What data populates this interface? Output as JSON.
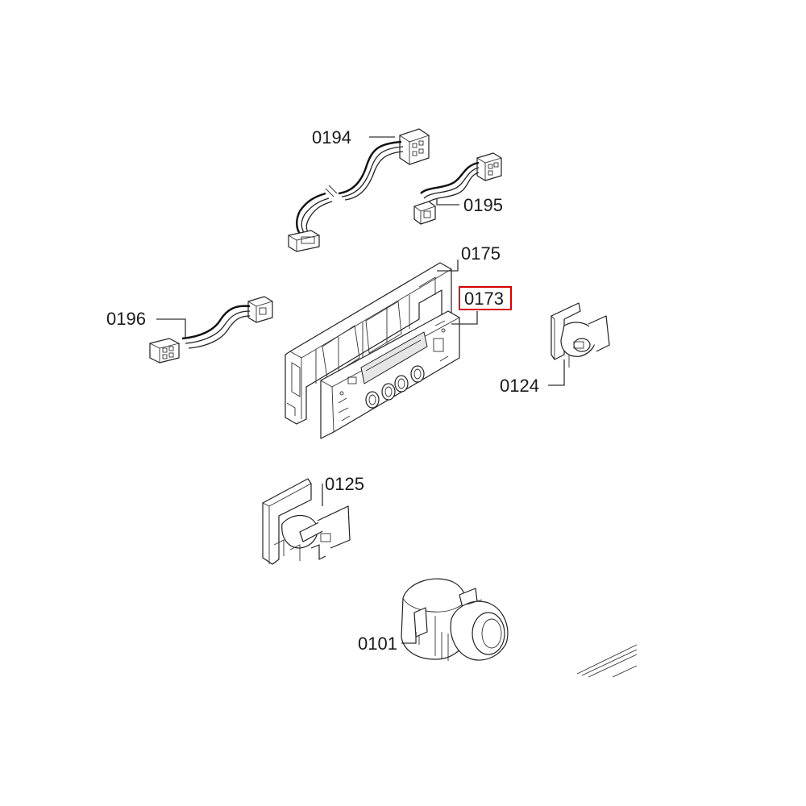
{
  "diagram": {
    "highlight_color": "#d40000",
    "labels": {
      "p0194": "0194",
      "p0195": "0195",
      "p0175": "0175",
      "p0173": "0173",
      "p0196": "0196",
      "p0124": "0124",
      "p0125": "0125",
      "p0101": "0101"
    },
    "highlighted_part": "0173"
  }
}
